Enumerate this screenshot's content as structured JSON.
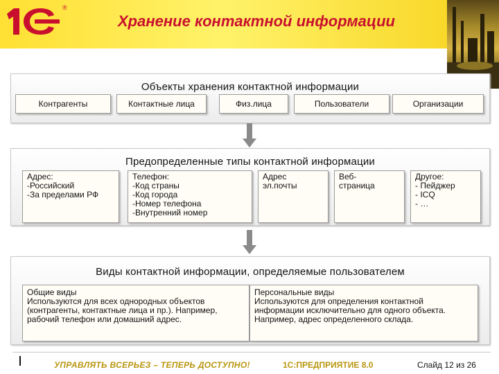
{
  "header": {
    "title": "Хранение контактной информации",
    "logo_text": "1С",
    "brand_color": "#c8102e",
    "accent_yellow": "#ffe033"
  },
  "sections": [
    {
      "title": "Объекты хранения контактной информации",
      "items": [
        "Контрагенты",
        "Контактные лица",
        "Физ.лица",
        "Пользователи",
        "Организации"
      ]
    },
    {
      "title": "Предопределенные типы контактной информации",
      "items": [
        "Адрес:\n-Российский\n-За пределами РФ",
        "Телефон:\n-Код страны\n-Код города\n-Номер телефона\n-Внутренний номер",
        "Адрес\nэл.почты",
        "Веб-\nстраница",
        "Другое:\n- Пейджер\n- ICQ\n- …"
      ]
    },
    {
      "title": "Виды контактной информации, определяемые пользователем",
      "items": [
        {
          "heading": "Общие виды",
          "text": "Используются для всех однородных объектов (контрагенты, контактные лица и пр.). Например, рабочий телефон или домашний адрес."
        },
        {
          "heading": "Персональные виды",
          "text": "Используются для определения контактной информации исключительно для одного объекта. Например, адрес определенного склада."
        }
      ]
    }
  ],
  "footer": {
    "slogan": "УПРАВЛЯТЬ ВСЕРЬЕЗ – ТЕПЕРЬ ДОСТУПНО!",
    "product": "1С:ПРЕДПРИЯТИЕ 8.0",
    "slide": "Слайд 12 из 26"
  }
}
